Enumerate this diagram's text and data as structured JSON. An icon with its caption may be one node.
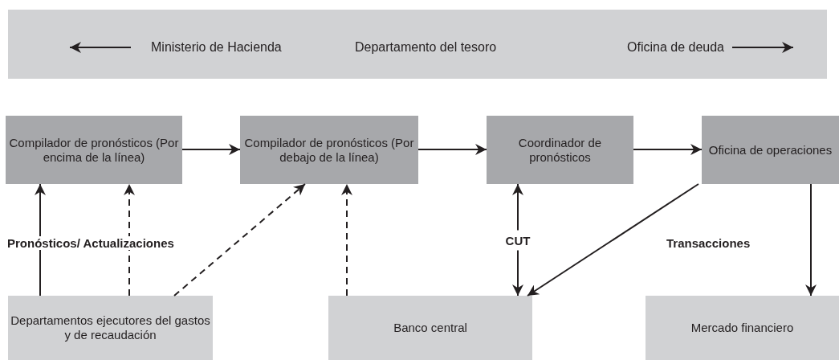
{
  "diagram": {
    "nodes": [
      {
        "text": [
          "Ministerio de Hacienda",
          "Departamento del tesoro",
          "Oficina de deuda"
        ]
      },
      {
        "text": [
          "Compilador de pronósticos (Por encima de la línea)"
        ]
      },
      {
        "text": [
          "Compilador de pronósticos (Por debajo de la línea)"
        ]
      },
      {
        "text": [
          "Coordinador de pronósticos"
        ]
      },
      {
        "text": [
          "Oficina de operaciones"
        ]
      },
      {
        "text": [
          "Departamentos ejecutores del gastos y de recaudación"
        ]
      },
      {
        "text": [
          "Banco central"
        ]
      },
      {
        "text": [
          "Mercado financiero"
        ]
      }
    ],
    "edges": [
      {
        "from": 1,
        "to": 2,
        "arrow": "to"
      },
      {
        "from": 2,
        "to": 3,
        "arrow": "to"
      },
      {
        "from": 3,
        "to": 4,
        "arrow": "to"
      },
      {
        "from": 5,
        "to": 1,
        "arrow": "to"
      },
      {
        "from": 5,
        "to": 1,
        "arrow": "to",
        "style": "dashed"
      },
      {
        "from": 5,
        "to": 2,
        "arrow": "to",
        "style": "dashed"
      },
      {
        "from": 6,
        "to": 2,
        "arrow": "to",
        "style": "dashed"
      },
      {
        "from": 3,
        "to": 6,
        "arrow": "both",
        "label": "CUT"
      },
      {
        "from": 4,
        "to": 6,
        "arrow": "to"
      },
      {
        "from": 4,
        "to": 7,
        "arrow": "to"
      }
    ],
    "labels": [
      "Pronósticos/ Actualizaciones",
      "Transacciones"
    ]
  }
}
